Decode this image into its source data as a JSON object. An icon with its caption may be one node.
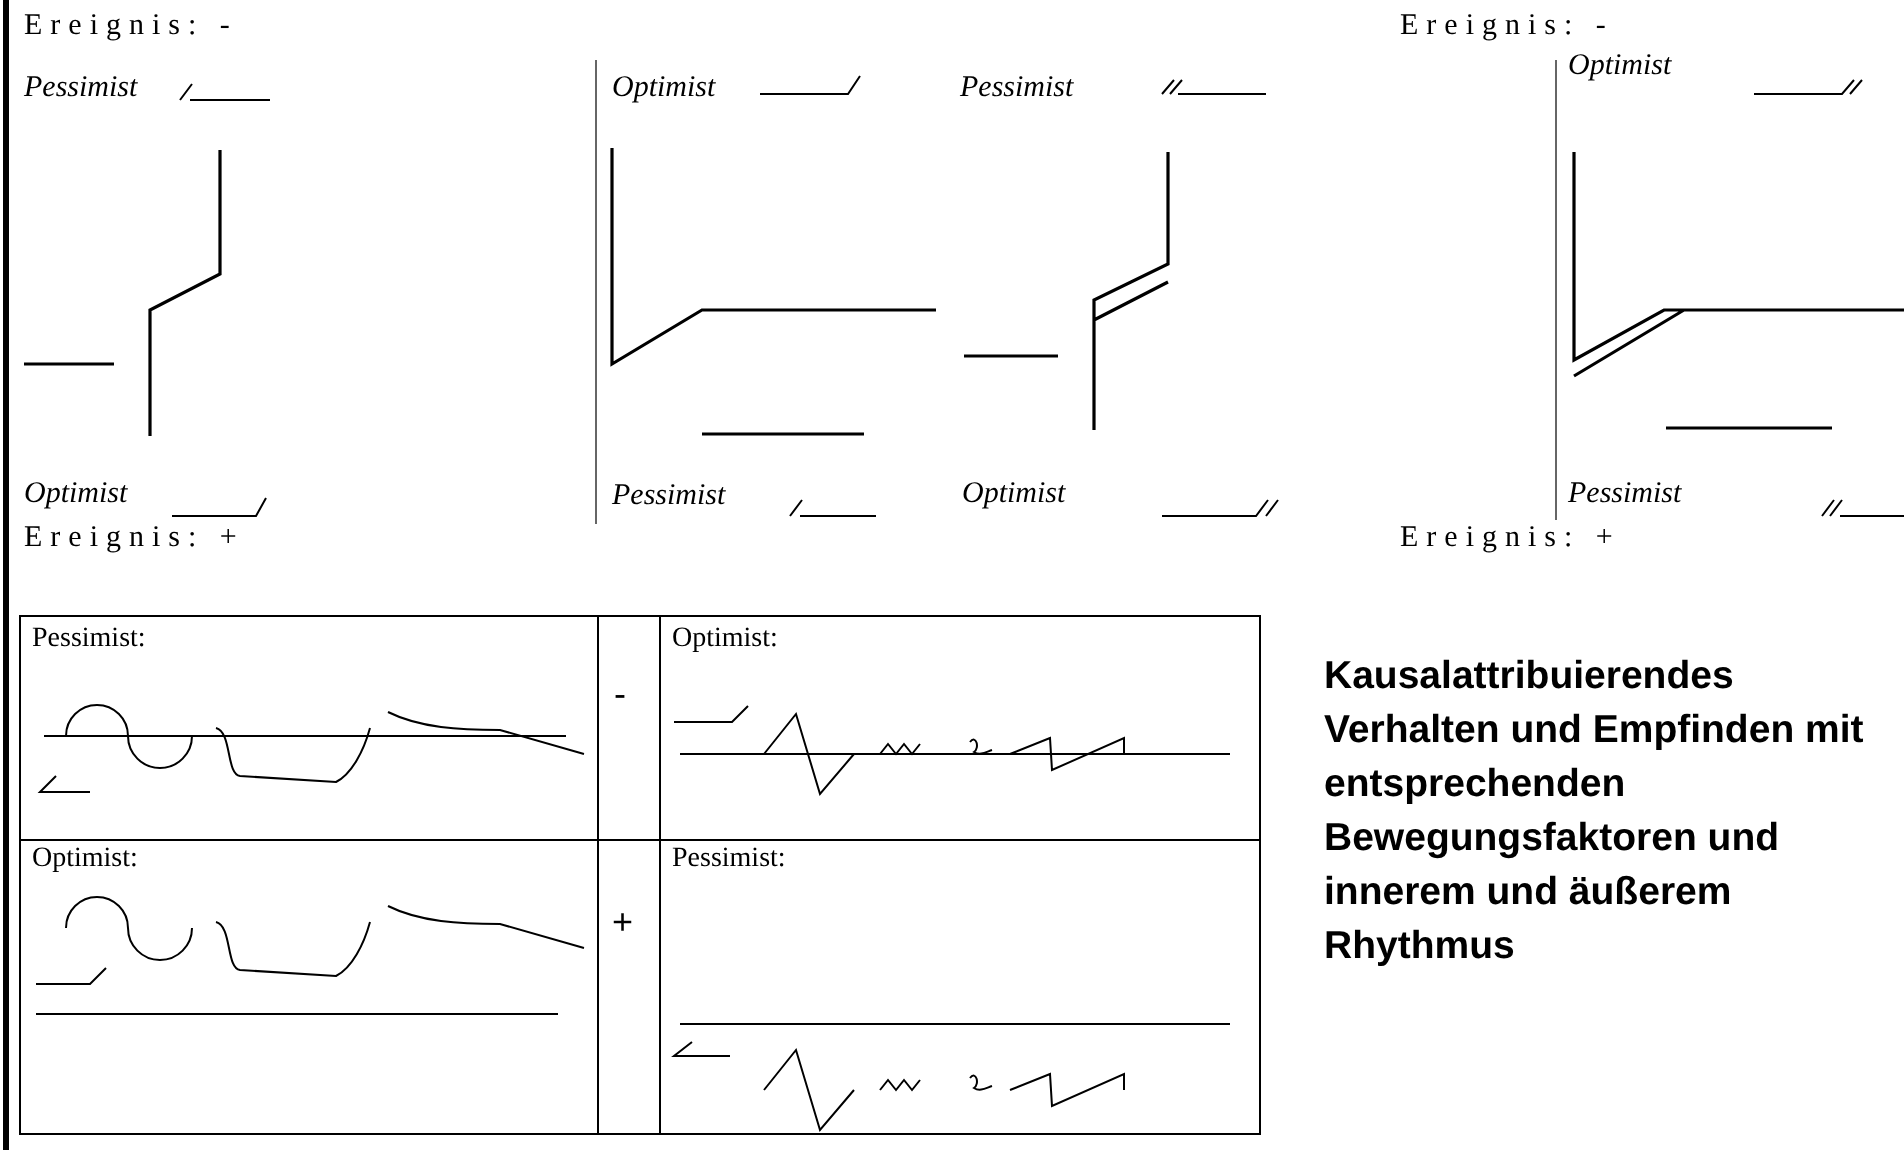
{
  "diagram": {
    "caption": "Kausalattribuierendes Verhalten und Empfinden mit entsprechenden Bewegungsfaktoren und innerem und äußerem Rhythmus",
    "labels": [
      "Ereignis: -",
      "Pessimist",
      "Optimist",
      "Pessimist",
      "Ereignis: -",
      "Optimist",
      "Optimist",
      "Ereignis: +",
      "Pessimist",
      "Optimist",
      "Pessimist",
      "Ereignis: +",
      "Pessimist:",
      "-",
      "Optimist:",
      "Optimist:",
      "+",
      "Pessimist:"
    ]
  }
}
